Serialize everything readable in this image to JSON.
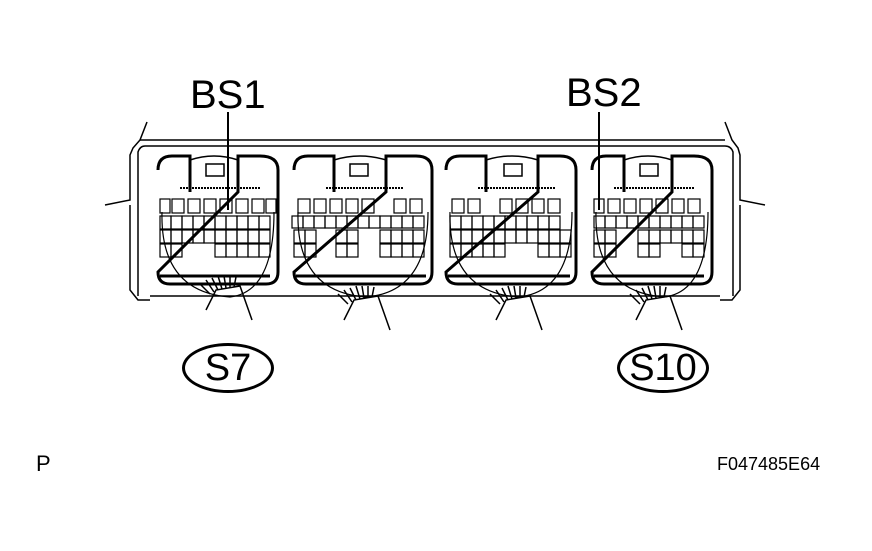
{
  "diagram": {
    "type": "connector-diagram",
    "callouts": {
      "top_left": "BS1",
      "top_right": "BS2"
    },
    "connector_labels": {
      "left": "S7",
      "right": "S10"
    },
    "connectors": [
      {
        "id": "S7",
        "terminal_rows": [
          8,
          10,
          10,
          7
        ]
      },
      {
        "id": "S8",
        "terminal_rows": [
          7,
          12,
          10,
          10
        ]
      },
      {
        "id": "S9",
        "terminal_rows": [
          7,
          10,
          11,
          8
        ]
      },
      {
        "id": "S10",
        "terminal_rows": [
          7,
          10,
          9,
          7
        ]
      }
    ],
    "corner_mark": "P",
    "figure_code": "F047485E64",
    "colors": {
      "line": "#000000",
      "background": "#ffffff"
    }
  }
}
